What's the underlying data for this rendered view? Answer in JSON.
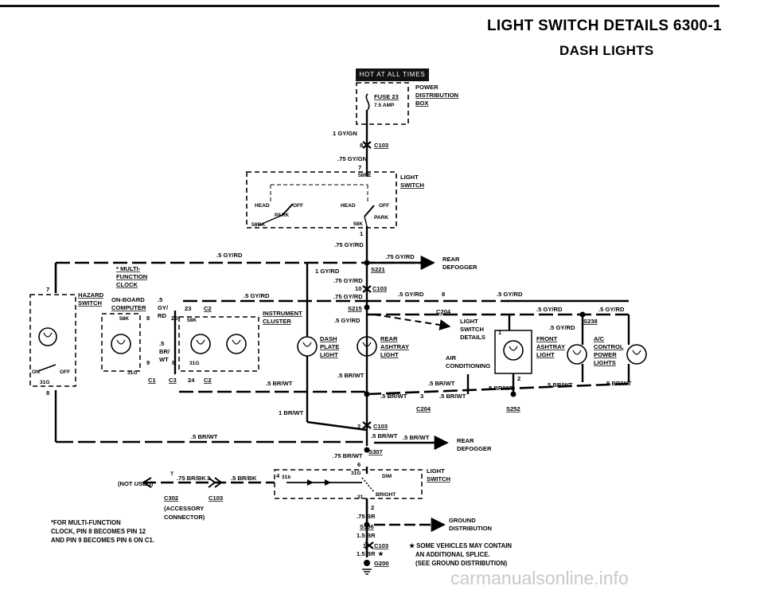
{
  "header": {
    "title": "LIGHT SWITCH DETAILS   6300-1",
    "subtitle": "DASH LIGHTS"
  },
  "hot_badge": "HOT AT ALL TIMES",
  "fuse": {
    "name": "FUSE 23",
    "rating": "7.5 AMP"
  },
  "power_dist": [
    "POWER",
    "DISTRIBUTION",
    "BOX"
  ],
  "wires": {
    "gy_gn_1": "1 GY/GN",
    "gy_gn_75": ".75 GY/GN",
    "gy_rd_75_a": ".75 GY/RD",
    "gy_rd_5_left": ".5 GY/RD",
    "gy_rd_75_right": ".75 GY/RD",
    "gy_rd_1": "1 GY/RD",
    "gy_rd_75_b": ".75 GY/RD",
    "gy_rd_75_c": ".75 GY/RD",
    "gy_rd_5_mid": ".5 GY/RD",
    "gy_rd_5_s215": ".5 GY/RD",
    "gy_rd_5_right1": ".5 GY/RD",
    "gy_rd_5_right2": ".5 GY/RD",
    "gy_rd_5_right3": ".5 GY/RD",
    "gy_rd_5_ac": ".5 GY/RD",
    "gy_rd_5_right4": ".5 GY/RD",
    "br_wt_5_cluster": ".5 BR/WT",
    "br_wt_1": "1 BR/WT",
    "br_wt_5_center": ".5 BR/WT",
    "br_wt_5_a": ".5 BR/WT",
    "br_wt_5_b": ".5 BR/WT",
    "br_wt_5_c": ".5 BR/WT",
    "br_wt_5_d": ".5 BR/WT",
    "br_wt_5_e": ".5 BR/WT",
    "br_wt_5_f": ".5 BR/WT",
    "br_wt_5_g": ".5 BR/WT",
    "br_wt_5_h": ".5 BR/WT",
    "br_wt_5_long": ".5 BR/WT",
    "br_wt_75": ".75 BR/WT",
    "br_bk_75": ".75 BR/BK",
    "br_bk_5": ".5 BR/BK",
    "br_75": ".75 BR",
    "br_15_a": "1.5 BR",
    "br_15_b": "1.5 BR",
    "gy_5": ".5",
    "gy_slash": "GY/",
    "rd": "RD",
    "br_5": ".5",
    "br_slash": "BR/",
    "wt": "WT"
  },
  "connectors": {
    "c103_a": "C103",
    "c103_b": "C103",
    "c103_c": "C103",
    "c103_d": "C103",
    "c103_e": "C103",
    "c204_a": "C204",
    "c204_b": "C204",
    "c1": "C1",
    "c2_a": "C2",
    "c2_b": "C2",
    "c3": "C3",
    "c302": "C302",
    "s221": "S221",
    "s215": "S215",
    "s238": "S238",
    "s252": "S252",
    "s307": "S307",
    "s306": "S306",
    "g200": "G200"
  },
  "pins": {
    "p8_top": "8",
    "p7_ls": "7",
    "p1_ls": "1",
    "p10": "10",
    "p8_c204": "8",
    "p3": "3",
    "p2": "2",
    "p6": "6",
    "p4": "4",
    "p3b": "3",
    "p2b": "2",
    "p1b": "1",
    "p7_h": "7",
    "p8_h": "8",
    "p23": "23",
    "p20": "20",
    "p24": "24",
    "p8_mf": "8",
    "p8_mf2": "8",
    "p9": "9",
    "p1_ft": "1",
    "p2_ft": "2"
  },
  "terminals": {
    "t58re": "58RE",
    "t58ra": "58RA",
    "t58k": "58K",
    "t58k_a": "58K",
    "t58k_b": "58K",
    "t31g": "31G",
    "t31g_a": "31G",
    "t31g_b": "31G",
    "t31b": "31b",
    "t31": "31",
    "t_T": "T"
  },
  "components": {
    "light_switch": [
      "LIGHT",
      "SWITCH"
    ],
    "light_switch2": [
      "LIGHT",
      "SWITCH"
    ],
    "light_switch_details": [
      "LIGHT",
      "SWITCH",
      "DETAILS"
    ],
    "rear_defogger_top": [
      "REAR",
      "DEFOGGER"
    ],
    "rear_defogger_bottom": [
      "REAR",
      "DEFOGGER"
    ],
    "hazard": [
      "HAZARD",
      "SWITCH"
    ],
    "multi": [
      "* MULTI-",
      "FUNCTION",
      "CLOCK"
    ],
    "onboard": [
      "ON-BOARD",
      "COMPUTER"
    ],
    "cluster": [
      "INSTRUMENT",
      "CLUSTER"
    ],
    "dash_plate": [
      "DASH",
      "PLATE",
      "LIGHT"
    ],
    "rear_ashtray": [
      "REAR",
      "ASHTRAY",
      "LIGHT"
    ],
    "air_cond": [
      "AIR",
      "CONDITIONING"
    ],
    "front_ashtray": [
      "FRONT",
      "ASHTRAY",
      "LIGHT"
    ],
    "ac_control": [
      "A/C",
      "CONTROL",
      "POWER",
      "LIGHTS"
    ],
    "ground_dist": [
      "GROUND",
      "DISTRIBUTION"
    ],
    "not_used": "(NOT USED)",
    "accessory": [
      "(ACCESSORY",
      "CONNECTOR)"
    ]
  },
  "switch_labels": {
    "head_l": "HEAD",
    "off_l": "OFF",
    "park_l": "PARK",
    "head_r": "HEAD",
    "off_r": "OFF",
    "park_r": "PARK",
    "on": "ON",
    "off": "OFF",
    "dim": "DIM",
    "bright": "BRIGHT"
  },
  "notes": {
    "multifunction": [
      "*FOR MULTI-FUNCTION",
      "CLOCK, PIN 8 BECOMES PIN 12",
      "AND PIN 9 BECOMES PIN 6 ON C1."
    ],
    "splice": [
      "★ SOME VEHICLES MAY CONTAIN",
      "AN ADDITIONAL SPLICE.",
      "(SEE GROUND DISTRIBUTION)"
    ]
  },
  "watermark": "carmanualsonline.info"
}
